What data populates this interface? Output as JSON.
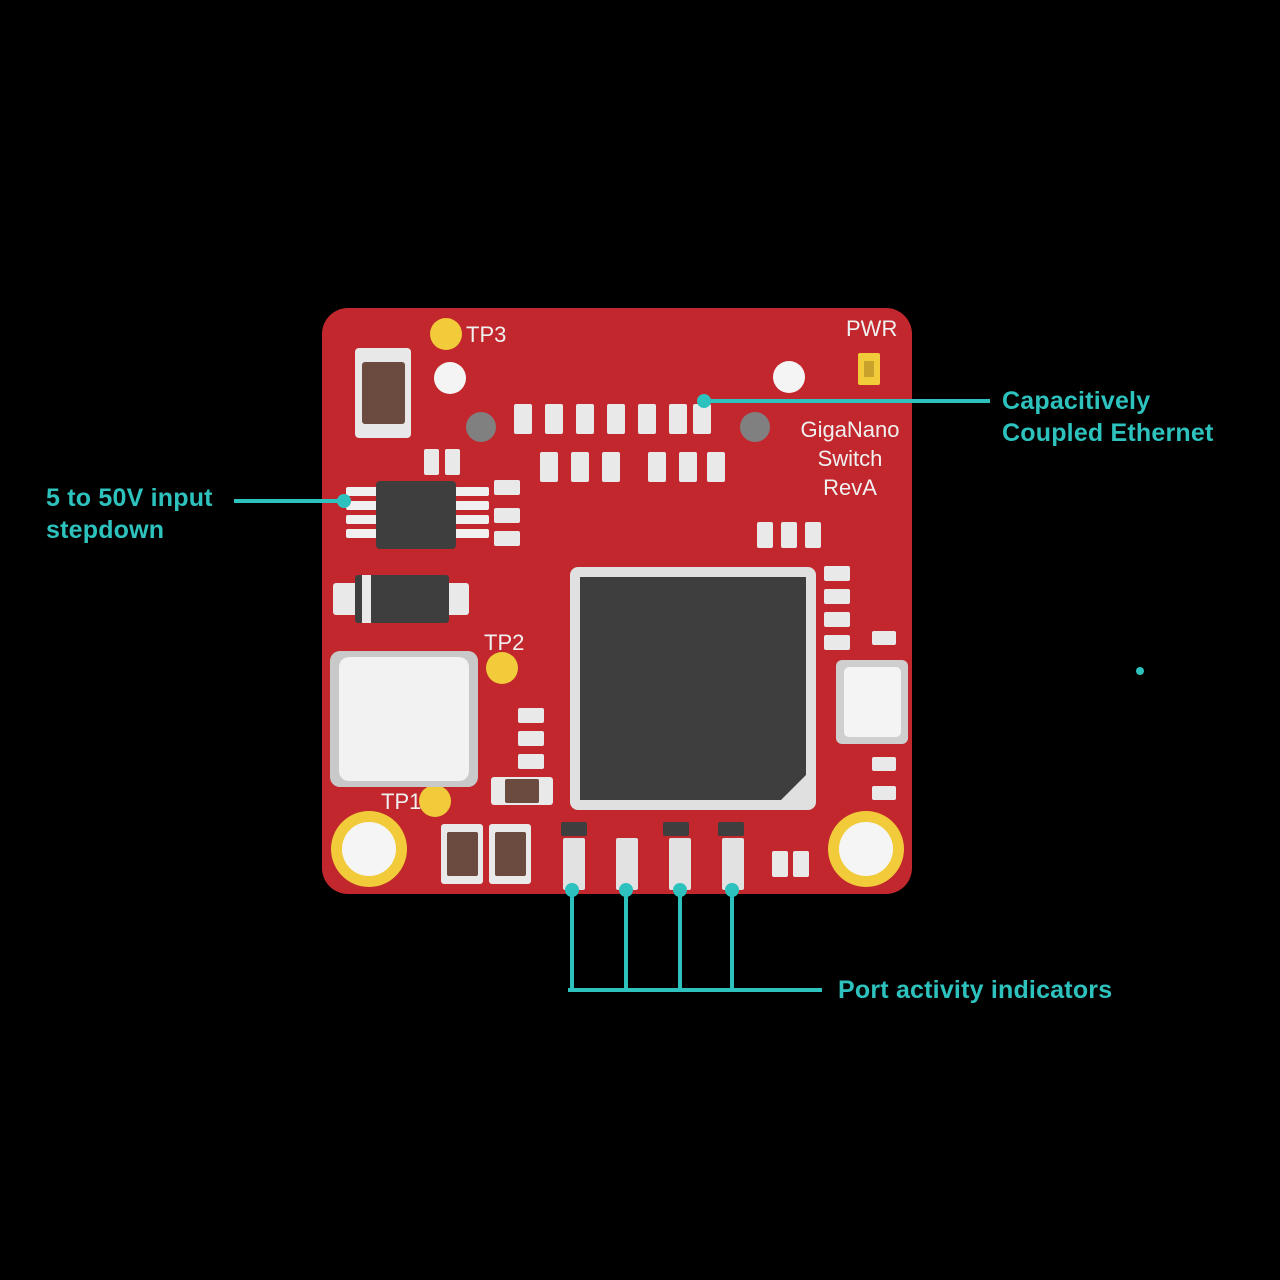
{
  "figure": {
    "background_color": "#000000",
    "board_color": "#c1272d",
    "accent_color": "#2dc2bd",
    "silk_color": "#f0f0f0",
    "pad_gold_color": "#f2cb3a",
    "ic_color": "#3e3e3e"
  },
  "silkscreen": {
    "board_name": "GigaNano\nSwitch\nRevA",
    "power_label": "PWR",
    "test_points": [
      {
        "id": "tp3",
        "label": "TP3"
      },
      {
        "id": "tp2",
        "label": "TP2"
      },
      {
        "id": "tp1",
        "label": "TP1"
      }
    ]
  },
  "callouts": [
    {
      "id": "input-stepdown",
      "label": "5 to 50V input\nstepdown",
      "side": "left"
    },
    {
      "id": "capacitively-coupled-ethernet",
      "label": "Capacitively\nCoupled Ethernet",
      "side": "right"
    },
    {
      "id": "port-activity-indicators",
      "label": "Port activity indicators",
      "side": "bottom"
    }
  ]
}
